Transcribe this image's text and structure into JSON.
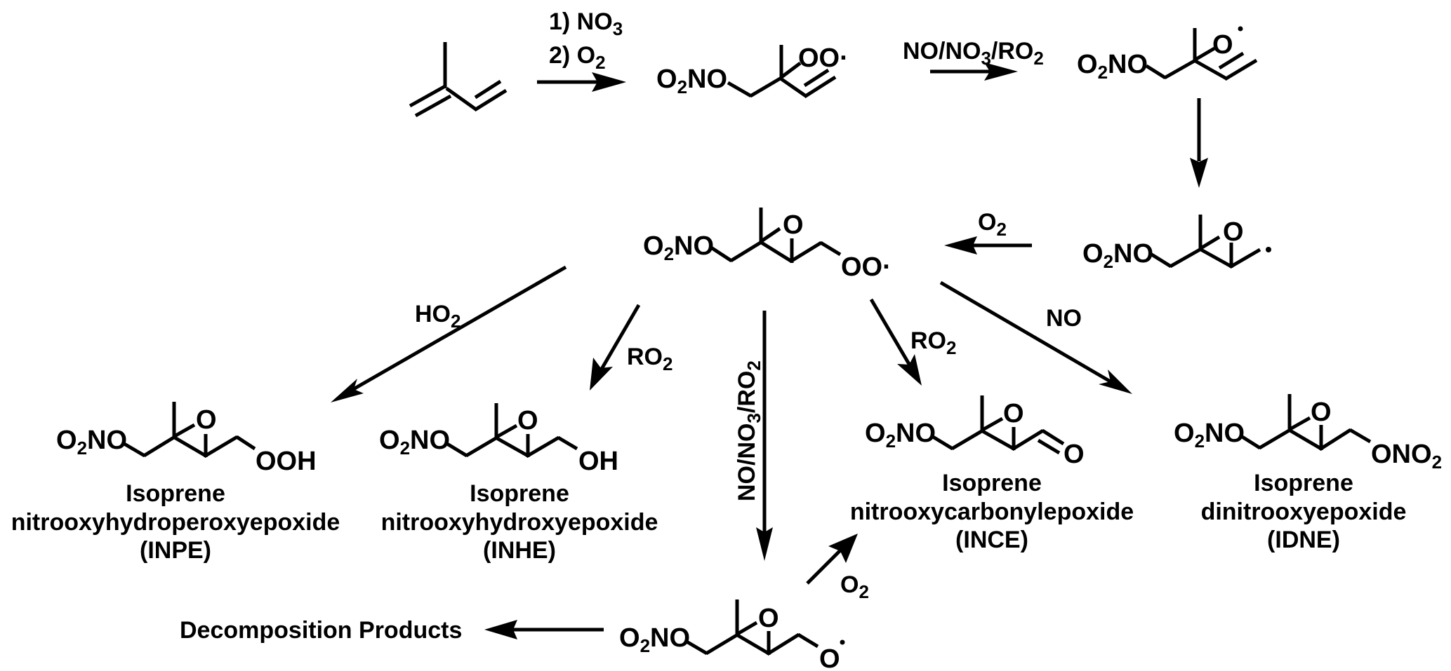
{
  "title": "Isoprene + NO3 oxidation pathway to nitrooxy epoxide products",
  "colors": {
    "ink": "#000000",
    "background": "#ffffff"
  },
  "reactant": {
    "name": "isoprene",
    "label": ""
  },
  "reagents": {
    "step1_line1": {
      "pre": "1) NO",
      "sub": "3"
    },
    "step1_line2": {
      "pre": "2) O",
      "sub": "2"
    },
    "step2": {
      "a": "NO/NO",
      "a_sub": "3",
      "b": "/RO",
      "b_sub": "2"
    },
    "step4": {
      "pre": "O",
      "sub": "2"
    },
    "ho2": {
      "pre": "HO",
      "sub": "2"
    },
    "ro2_left": {
      "pre": "RO",
      "sub": "2"
    },
    "central": {
      "a": "NO/NO",
      "a_sub": "3",
      "b": "/RO",
      "b_sub": "2"
    },
    "ro2_right": {
      "pre": "RO",
      "sub": "2"
    },
    "no": "NO",
    "o2_bottom": {
      "pre": "O",
      "sub": "2"
    }
  },
  "groups": {
    "nitrooxy_left": {
      "a": "O",
      "sub": "2",
      "b": "NO"
    },
    "peroxy": "OO",
    "alkoxy": "O",
    "epoxide_o": "O",
    "ooh": "OOH",
    "oh": "OH",
    "carbonyl_o": "O",
    "onitro": {
      "a": "ONO",
      "sub": "2"
    },
    "radical_dot": "·"
  },
  "intermediates": [
    {
      "id": "nitrooxy-peroxy-radical",
      "terminal": "OO·"
    },
    {
      "id": "nitrooxy-alkoxy-radical",
      "terminal": "O·"
    },
    {
      "id": "epoxy-alkyl-radical",
      "terminal": "·"
    },
    {
      "id": "epoxy-peroxy-radical",
      "terminal": "OO·"
    },
    {
      "id": "epoxy-alkoxy-radical",
      "terminal": "O·"
    }
  ],
  "products": [
    {
      "id": "inpe",
      "line1": "Isoprene",
      "line2": "nitrooxyhydroperoxyepoxide",
      "abbr": "(INPE)"
    },
    {
      "id": "inhe",
      "line1": "Isoprene",
      "line2": "nitrooxyhydroxyepoxide",
      "abbr": "(INHE)"
    },
    {
      "id": "ince",
      "line1": "Isoprene",
      "line2": "nitrooxycarbonylepoxide",
      "abbr": "(INCE)"
    },
    {
      "id": "idne",
      "line1": "Isoprene",
      "line2": "dinitrooxyepoxide",
      "abbr": "(IDNE)"
    }
  ],
  "decomposition": "Decomposition Products"
}
